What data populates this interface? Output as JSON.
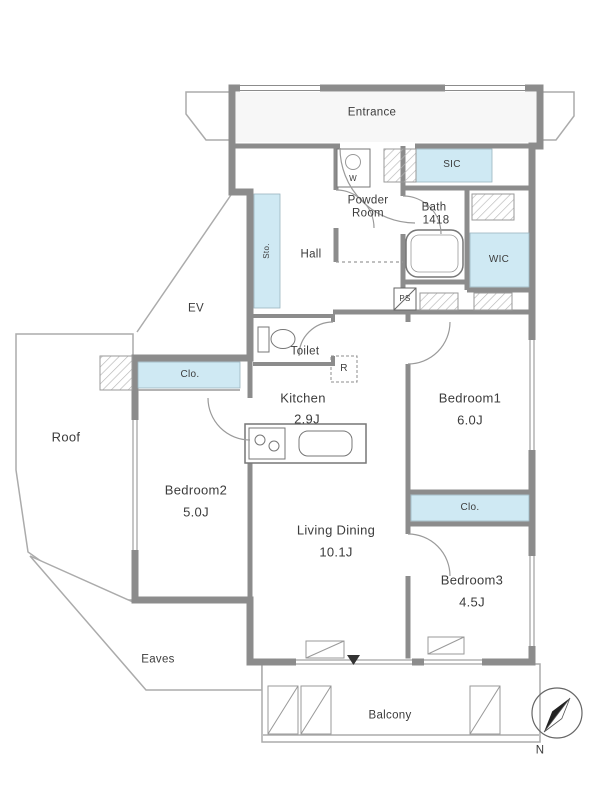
{
  "rooms": {
    "entrance": {
      "name": "Entrance"
    },
    "shoe_closet": {
      "name": "SIC"
    },
    "powder_room": {
      "line1": "Powder",
      "line2": "Room"
    },
    "bath": {
      "name": "Bath",
      "size": "1418"
    },
    "walk_in_closet": {
      "name": "WIC"
    },
    "hall": {
      "name": "Hall"
    },
    "storage": {
      "name": "Sto."
    },
    "toilet": {
      "name": "Toilet"
    },
    "kitchen": {
      "name": "Kitchen",
      "size": "2.9J"
    },
    "living_dining": {
      "name": "Living Dining",
      "size": "10.1J"
    },
    "bedroom1": {
      "name": "Bedroom1",
      "size": "6.0J"
    },
    "bedroom2": {
      "name": "Bedroom2",
      "size": "5.0J"
    },
    "bedroom3": {
      "name": "Bedroom3",
      "size": "4.5J"
    },
    "closet_bedroom1": {
      "name": "Clo."
    },
    "closet_bedroom2": {
      "name": "Clo."
    },
    "balcony": {
      "name": "Balcony"
    },
    "roof": {
      "name": "Roof"
    },
    "eaves": {
      "name": "Eaves"
    },
    "elevator": {
      "name": "EV"
    }
  },
  "markers": {
    "washing_machine": "W",
    "refrigerator": "R",
    "pipe_space": "PS",
    "compass_north": "N"
  },
  "colors": {
    "wall": "#8c8c8c",
    "closet_fill": "#cfe9f3",
    "outline": "#ababab",
    "text": "#3c3c3c"
  }
}
